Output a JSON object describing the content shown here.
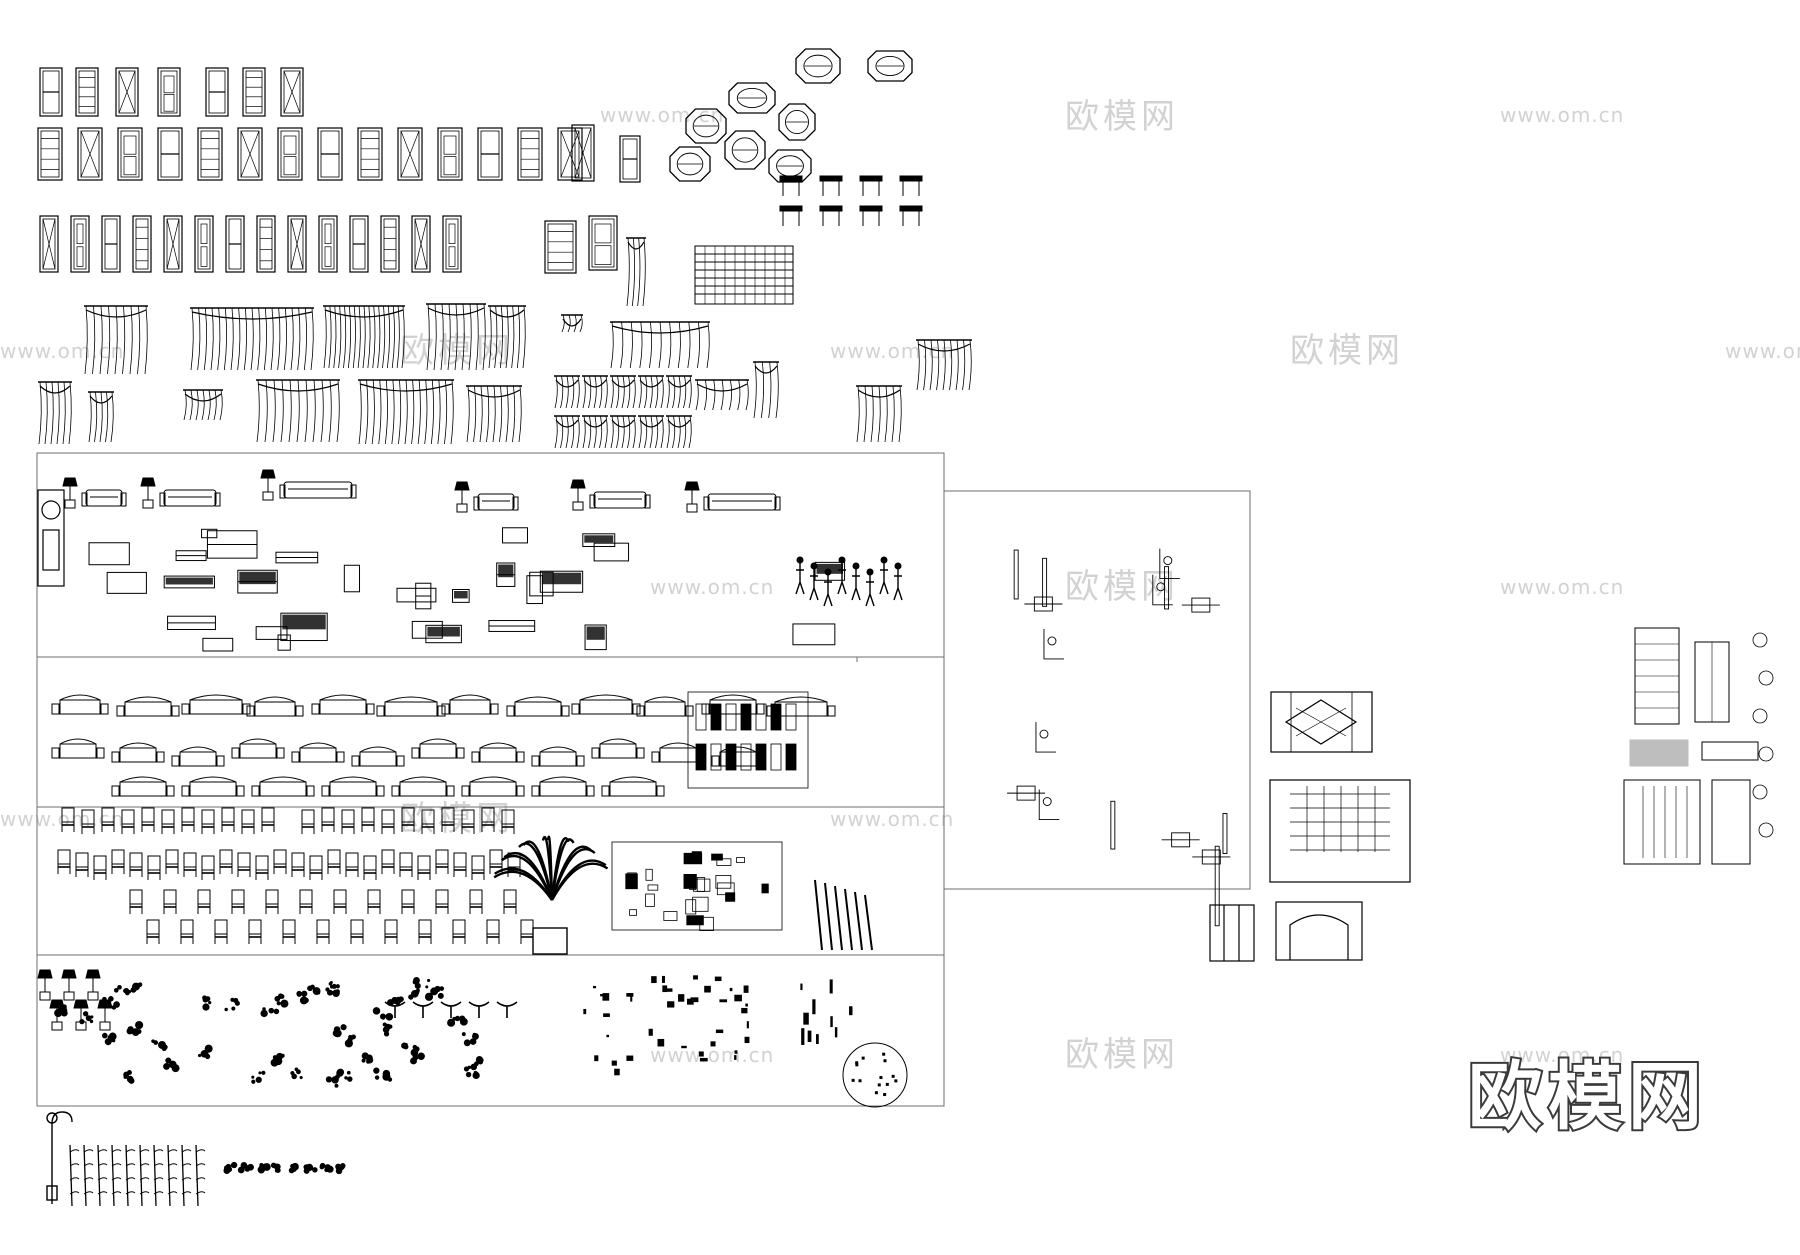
{
  "watermark": {
    "url_text": "www.om.cn",
    "site_text": "欧模网"
  },
  "brand": {
    "name": "欧模网"
  },
  "colors": {
    "ink": "#000000",
    "frame": "#6e6e6e",
    "watermark": "#d2d2d2",
    "brand_stroke": "#3a3a3a"
  }
}
